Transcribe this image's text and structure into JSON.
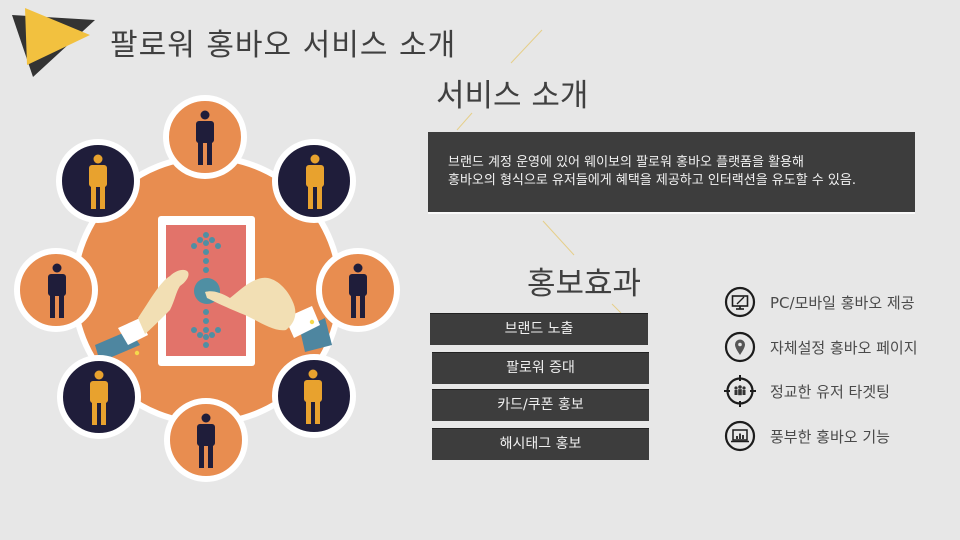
{
  "slide": {
    "title": "팔로워 홍바오 서비스 소개",
    "background": "#e7e7e7",
    "accent_yellow": "#f2c13f",
    "accent_dark": "#333333"
  },
  "service_intro": {
    "heading": "서비스 소개",
    "description_lines": [
      "브랜드 계정 운영에 있어 웨이보의 팔로워 홍바오 플랫폼을 활용해",
      "홍바오의 형식으로 유저들에게 혜택을 제공하고 인터랙션을 유도할 수 있음."
    ]
  },
  "promo_effects": {
    "heading": "홍보효과",
    "items": [
      {
        "label": "브랜드 노출"
      },
      {
        "label": "팔로워 증대"
      },
      {
        "label": "카드/쿠폰 홍보"
      },
      {
        "label": "해시태그 홍보"
      }
    ]
  },
  "features": [
    {
      "icon": "monitor-pen-icon",
      "label": "PC/모바일 홍바오 제공"
    },
    {
      "icon": "map-pin-icon",
      "label": "자체설정 홍바오 페이지"
    },
    {
      "icon": "target-users-icon",
      "label": "정교한 유저 타겟팅"
    },
    {
      "icon": "laptop-chart-icon",
      "label": "풍부한 홍바오 기능"
    }
  ],
  "illustration": {
    "description": "hands tapping a tablet surrounded by eight user circles",
    "colors": {
      "orange": "#e88d50",
      "navy": "#1f1d3a",
      "person_gold": "#e8a22e",
      "tablet_screen": "#e2736a",
      "dot_blue": "#4f8fa3",
      "skin": "#f2dfb4",
      "sleeve": "#4e86a0"
    }
  }
}
